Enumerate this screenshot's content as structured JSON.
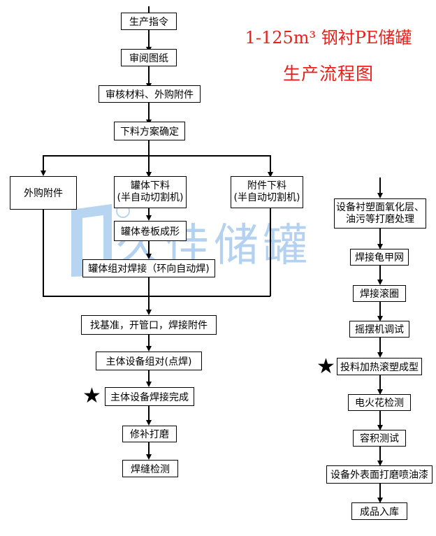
{
  "title": {
    "line1": "1-125m³ 钢衬PE储罐",
    "line2": "生产流程图"
  },
  "watermark": {
    "brand": "久佳储罐"
  },
  "left_flow": {
    "step1": "生产指令",
    "step2": "审阅图纸",
    "step3": "审核材料、外购附件",
    "step4": "下料方案确定",
    "branch_outsourced": "外购附件",
    "branch_tank_line1": "罐体下料",
    "branch_tank_line2": "(半自动切割机)",
    "branch_parts_line1": "附件下料",
    "branch_parts_line2": "(半自动切割机)",
    "rolling": "罐体卷板成形",
    "assembly_weld": "罐体组对焊接（环向自动焊)",
    "datum": "找基准，开管口，焊接附件",
    "main_assembly": "主体设备组对(点焊)",
    "main_weld_done": "主体设备焊接完成",
    "repair_grind": "修补打磨",
    "weld_inspect": "焊缝检测"
  },
  "right_flow": {
    "oxidation_line1": "设备衬塑面氧化层、",
    "oxidation_line2": "油污等打磨处理",
    "mesh_weld": "焊接龟甲网",
    "ring_weld": "焊接滚圈",
    "rocker_debug": "摇摆机调试",
    "rotomold": "投料加热滚塑成型",
    "spark_test": "电火花检测",
    "volume_test": "容积测试",
    "exterior_paint": "设备外表面打磨喷油漆",
    "storage": "成品入库"
  },
  "colors": {
    "title": "#e8201c",
    "watermark": "#9cc3ea",
    "line": "#000000"
  },
  "icons": {
    "key_step_marker": "star-icon"
  }
}
